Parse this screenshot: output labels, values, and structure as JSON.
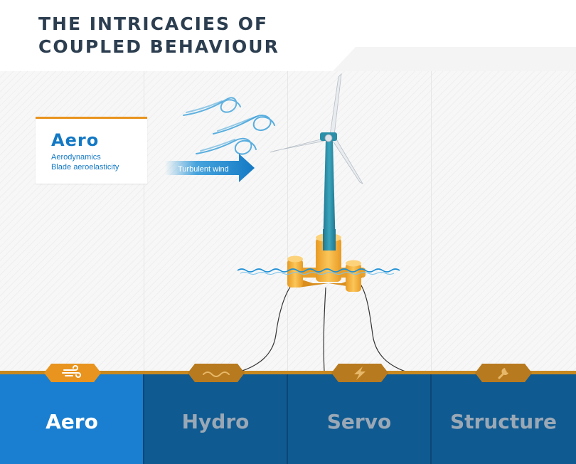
{
  "header": {
    "title_line1": "THE INTRICACIES OF",
    "title_line2": "COUPLED BEHAVIOUR"
  },
  "info_card": {
    "title": "Aero",
    "line1": "Aerodynamics",
    "line2": "Blade aeroelasticity"
  },
  "scene": {
    "wind_label": "Turbulent wind"
  },
  "tabs": [
    {
      "label": "Aero",
      "icon": "wind-icon",
      "active": true
    },
    {
      "label": "Hydro",
      "icon": "wave-icon",
      "active": false
    },
    {
      "label": "Servo",
      "icon": "lightning-icon",
      "active": false
    },
    {
      "label": "Structure",
      "icon": "wrench-icon",
      "active": false
    }
  ],
  "colors": {
    "active_tab": "#1a7fd0",
    "inactive_tab": "#0f5a91",
    "accent_orange": "#e8941f",
    "badge_orange": "#d8901f",
    "platform_orange": "#f6b43a",
    "tower_teal": "#2a8fa8",
    "title_navy": "#2c3e50",
    "water_blue": "#1b8fd6"
  }
}
